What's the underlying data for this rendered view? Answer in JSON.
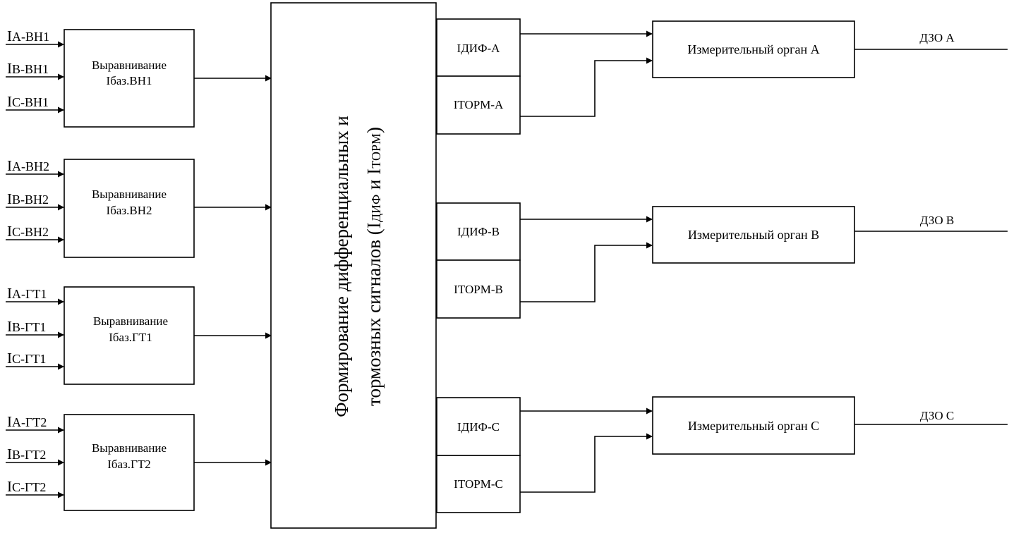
{
  "input_groups": [
    {
      "inputs": [
        {
          "main": "I",
          "sub": "A-BH1"
        },
        {
          "main": "I",
          "sub": "B-BH1"
        },
        {
          "main": "I",
          "sub": "C-BH1"
        }
      ],
      "block_line1": "Выравнивание",
      "block_line2": "Iбаз.ВН1"
    },
    {
      "inputs": [
        {
          "main": "I",
          "sub": "A-BH2"
        },
        {
          "main": "I",
          "sub": "B-BH2"
        },
        {
          "main": "I",
          "sub": "C-BH2"
        }
      ],
      "block_line1": "Выравнивание",
      "block_line2": "Iбаз.ВН2"
    },
    {
      "inputs": [
        {
          "main": "I",
          "sub": "A-ГТ1"
        },
        {
          "main": "I",
          "sub": "B-ГТ1"
        },
        {
          "main": "I",
          "sub": "C-ГТ1"
        }
      ],
      "block_line1": "Выравнивание",
      "block_line2": "Iбаз.ГТ1"
    },
    {
      "inputs": [
        {
          "main": "I",
          "sub": "A-ГТ2"
        },
        {
          "main": "I",
          "sub": "B-ГТ2"
        },
        {
          "main": "I",
          "sub": "C-ГТ2"
        }
      ],
      "block_line1": "Выравнивание",
      "block_line2": "Iбаз.ГТ2"
    }
  ],
  "main_block": {
    "line1": "Формирование дифференциальных и",
    "line2_prefix": "тормозных сигналов (I",
    "sub_dif": "ДИФ",
    "middle": " и I",
    "sub_torm": "ТОРМ",
    "suffix": ")"
  },
  "phases": [
    {
      "dif": {
        "main": "I",
        "sub": "ДИФ-А"
      },
      "torm": {
        "main": "I",
        "sub": "ТОРМ-А"
      },
      "measuring": "Измерительный орган А",
      "result": "ДЗО  А"
    },
    {
      "dif": {
        "main": "I",
        "sub": "ДИФ-В"
      },
      "torm": {
        "main": "I",
        "sub": "ТОРМ-В"
      },
      "measuring": "Измерительный орган В",
      "result": "ДЗО  В"
    },
    {
      "dif": {
        "main": "I",
        "sub": "ДИФ-С"
      },
      "torm": {
        "main": "I",
        "sub": "ТОРМ-С"
      },
      "measuring": "Измерительный орган С",
      "result": "ДЗО  С"
    }
  ]
}
